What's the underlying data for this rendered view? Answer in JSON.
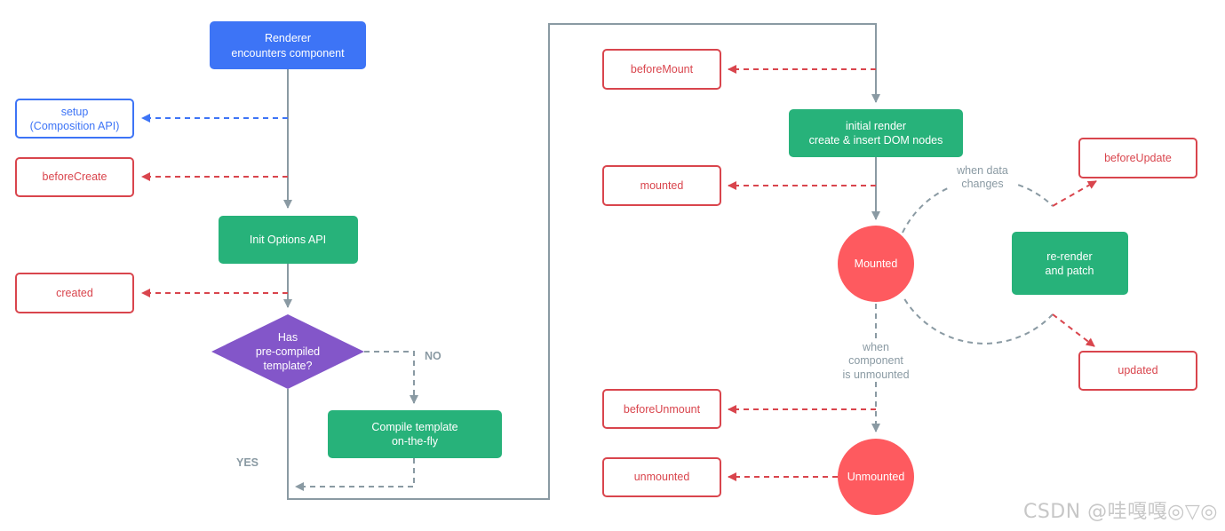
{
  "colors": {
    "blue": "#3d74f6",
    "green": "#27b27a",
    "red": "#fe5a5f",
    "hook_red": "#d9454d",
    "purple": "#8356c9",
    "gray_line": "#8a9aa3"
  },
  "nodes": {
    "renderer": [
      "Renderer",
      "encounters component"
    ],
    "setup": [
      "setup",
      "(Composition API)"
    ],
    "before_create": "beforeCreate",
    "init_options": "Init Options API",
    "created": "created",
    "has_template": [
      "Has",
      "pre-compiled",
      "template?"
    ],
    "compile_template": [
      "Compile template",
      "on-the-fly"
    ],
    "before_mount": "beforeMount",
    "initial_render": [
      "initial render",
      "create & insert DOM nodes"
    ],
    "mounted_hook": "mounted",
    "mounted_state": "Mounted",
    "before_update": "beforeUpdate",
    "rerender": [
      "re-render",
      "and patch"
    ],
    "updated": "updated",
    "before_unmount": "beforeUnmount",
    "unmounted_hook": "unmounted",
    "unmounted_state": "Unmounted"
  },
  "labels": {
    "no": "NO",
    "yes": "YES",
    "when_data_changes": [
      "when data",
      "changes"
    ],
    "when_unmounted": [
      "when",
      "component",
      "is unmounted"
    ]
  },
  "watermark": "CSDN @哇嘎嘎◎▽◎"
}
